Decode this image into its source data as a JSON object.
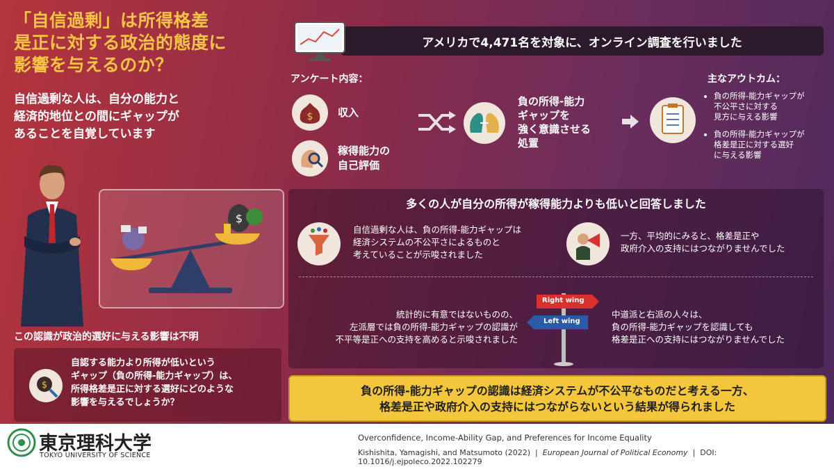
{
  "title": {
    "line1": "「自信過剰」は所得格差",
    "line2": "是正に対する政治的態度に",
    "line3": "影響を与えるのか？"
  },
  "intro": {
    "line1": "自信過剰な人は、自分の能力と",
    "line2": "経済的地位との間にギャップが",
    "line3": "あることを自覚しています"
  },
  "left_note": "この認識が政治的選好に与える影響は不明",
  "left_question": {
    "line1": "自認する能力より所得が低いという",
    "line2": "ギャップ（負の所得-能力ギャップ）は、",
    "line3": "所得格差是正に対する選好にどのような",
    "line4": "影響を与えるでしょうか？"
  },
  "survey_header": "アメリカで4,471名を対象に、オンライン調査を行いました",
  "questionnaire": {
    "label": "アンケート内容：",
    "item1": "収入",
    "item2_line1": "稼得能力の",
    "item2_line2": "自己評価"
  },
  "treatment": {
    "line1": "負の所得-能力",
    "line2": "ギャップを",
    "line3": "強く意識させる",
    "line4": "処置"
  },
  "outcomes": {
    "label": "主なアウトカム：",
    "item1_line1": "負の所得-能力ギャップが",
    "item1_line2": "不公平さに対する",
    "item1_line3": "見方に与える影響",
    "item2_line1": "負の所得-能力ギャップが",
    "item2_line2": "格差是正に対する選好",
    "item2_line3": "に与える影響"
  },
  "results": {
    "header": "多くの人が自分の所得が稼得能力よりも低いと回答しました",
    "r1_line1": "自信過剰な人は、負の所得-能力ギャップは",
    "r1_line2": "経済システムの不公平さによるものと",
    "r1_line3": "考えていることが示唆されました",
    "r2_line1": "一方、平均的にみると、格差是正や",
    "r2_line2": "政府介入の支持にはつながりませんでした",
    "r3_line1": "統計的に有意ではないものの、",
    "r3_line2": "左派層では負の所得-能力ギャップの認識が",
    "r3_line3": "不平等是正への支持を高めると示唆されました",
    "r4_line1": "中道派と右派の人々は、",
    "r4_line2": "負の所得-能力ギャップを認識しても",
    "r4_line3": "格差是正への支持にはつながりませんでした",
    "sign_right": "Right wing",
    "sign_left": "Left wing"
  },
  "conclusion": {
    "line1": "負の所得-能力ギャップの認識は経済システムが不公平なものだと考える一方、",
    "line2": "格差是正や政府介入の支持にはつながらないという結果が得られました"
  },
  "footer": {
    "university_jp": "東京理科大学",
    "university_en": "TOKYO UNIVERSITY OF SCIENCE",
    "paper_title": "Overconfidence, Income-Ability Gap, and Preferences for Income Equality",
    "authors": "Kishishita, Yamagishi, and Matsumoto (2022)",
    "sep1": "|",
    "journal": "European Journal of Political Economy",
    "sep2": "|",
    "doi": "DOI: 10.1016/j.ejpoleco.2022.102279"
  },
  "colors": {
    "title_yellow": "#f6c544",
    "conclusion_bg": "#f3c63b",
    "right_sign": "#d9302e",
    "left_sign": "#2a5aa8"
  },
  "icons": [
    "monitor-chart-icon",
    "money-bag-icon",
    "head-magnifier-icon",
    "shuffle-icon",
    "faces-icon",
    "checklist-icon",
    "funnel-icon",
    "megaphone-icon",
    "signpost-icon",
    "scale-icon"
  ]
}
